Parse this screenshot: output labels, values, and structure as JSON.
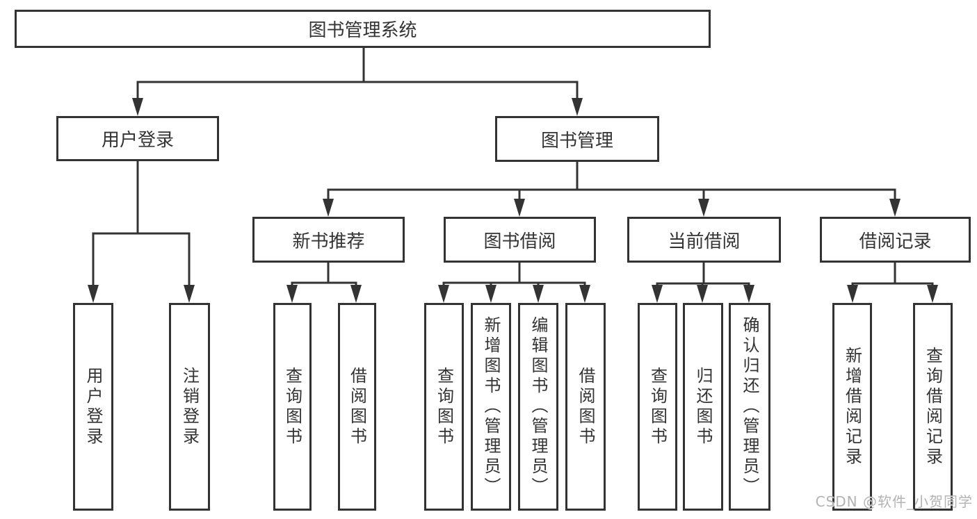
{
  "diagram_title": "图书管理系统",
  "colors": {
    "line": "#333333",
    "text": "#333333",
    "watermark": "#b3b3b3",
    "background": "#ffffff"
  },
  "watermark": {
    "text": "CSDN @软件_小贺同学"
  },
  "tree": {
    "root": {
      "label": "图书管理系统",
      "children": [
        {
          "label": "用户登录",
          "children": [
            {
              "label": "用户登录"
            },
            {
              "label": "注销登录"
            }
          ]
        },
        {
          "label": "图书管理",
          "children": [
            {
              "label": "新书推荐",
              "children": [
                {
                  "label": "查询图书"
                },
                {
                  "label": "借阅图书"
                }
              ]
            },
            {
              "label": "图书借阅",
              "children": [
                {
                  "label": "查询图书"
                },
                {
                  "label": "新增图书（管理员）"
                },
                {
                  "label": "编辑图书（管理员）"
                },
                {
                  "label": "借阅图书"
                }
              ]
            },
            {
              "label": "当前借阅",
              "children": [
                {
                  "label": "查询图书"
                },
                {
                  "label": "归还图书"
                },
                {
                  "label": "确认归还（管理员）"
                }
              ]
            },
            {
              "label": "借阅记录",
              "children": [
                {
                  "label": "新增借阅记录"
                },
                {
                  "label": "查询借阅记录"
                }
              ]
            }
          ]
        }
      ]
    }
  }
}
